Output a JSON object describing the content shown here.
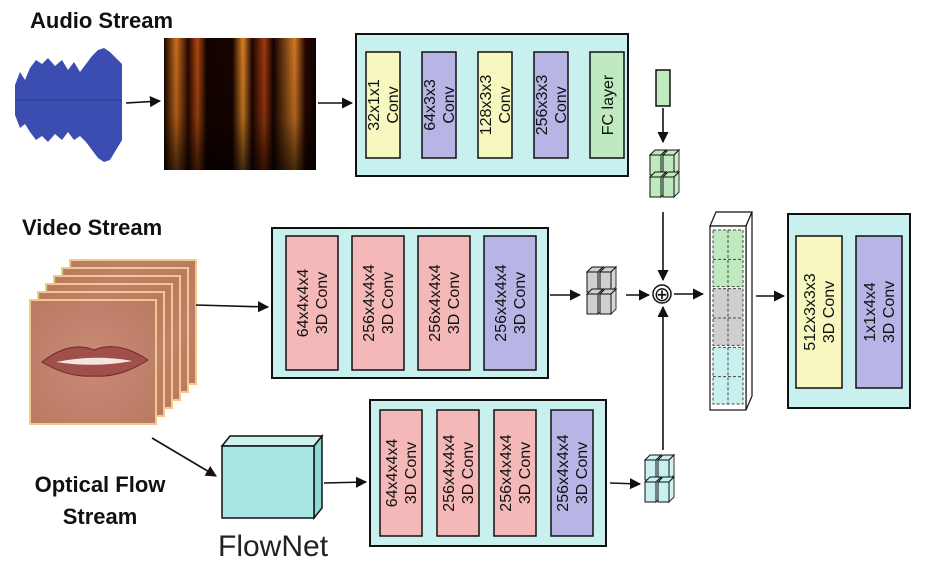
{
  "titles": {
    "audio": "Audio Stream",
    "video": "Video Stream",
    "flow_line1": "Optical Flow",
    "flow_line2": "Stream"
  },
  "audio_layers": [
    {
      "line1": "32x1x1",
      "line2": "Conv",
      "color": "#f7f7c0"
    },
    {
      "line1": "64x3x3",
      "line2": "Conv",
      "color": "#b9b4e6"
    },
    {
      "line1": "128x3x3",
      "line2": "Conv",
      "color": "#f7f7c0"
    },
    {
      "line1": "256x3x3",
      "line2": "Conv",
      "color": "#b9b4e6"
    },
    {
      "line1": "FC layer",
      "line2": "",
      "color": "#bfe9bf"
    }
  ],
  "video_layers": [
    {
      "line1": "64x4x4x4",
      "line2": "3D Conv",
      "color": "#f5b8b8"
    },
    {
      "line1": "256x4x4x4",
      "line2": "3D Conv",
      "color": "#f5b8b8"
    },
    {
      "line1": "256x4x4x4",
      "line2": "3D Conv",
      "color": "#f5b8b8"
    },
    {
      "line1": "256x4x4x4",
      "line2": "3D Conv",
      "color": "#b9b4e6"
    }
  ],
  "flow_layers": [
    {
      "line1": "64x4x4x4",
      "line2": "3D Conv",
      "color": "#f5b8b8"
    },
    {
      "line1": "256x4x4x4",
      "line2": "3D Conv",
      "color": "#f5b8b8"
    },
    {
      "line1": "256x4x4x4",
      "line2": "3D Conv",
      "color": "#f5b8b8"
    },
    {
      "line1": "256x4x4x4",
      "line2": "3D Conv",
      "color": "#b9b4e6"
    }
  ],
  "fusion_layers": [
    {
      "line1": "512x3x3x3",
      "line2": "3D Conv",
      "color": "#f7f7c0"
    },
    {
      "line1": "1x1x4x4",
      "line2": "3D Conv",
      "color": "#b9b4e6"
    }
  ],
  "flownet_label": "FlowNet",
  "fusion_symbol": "⊕",
  "colors": {
    "panel_fill": "#c8f0ee",
    "audio_feature": "#bfe9bf",
    "video_feature": "#cfcfcf",
    "flow_feature": "#c8f0ee",
    "waveform": "#3b4db0",
    "face_frame": "#f2c98a",
    "flownet_cube": "#a7e6e2"
  }
}
